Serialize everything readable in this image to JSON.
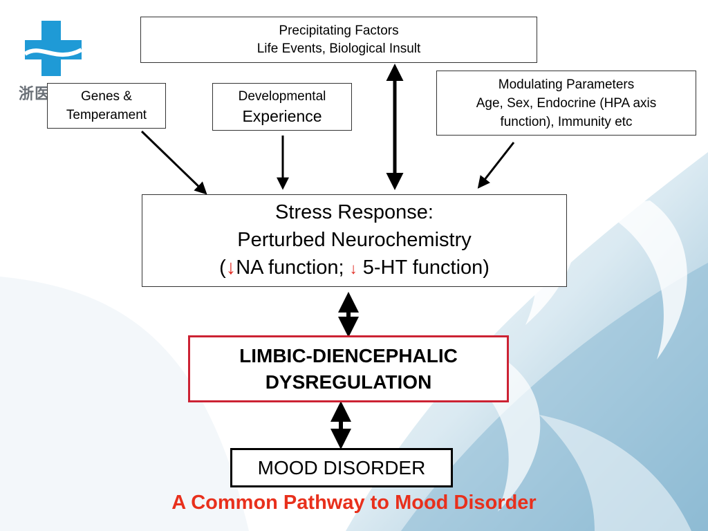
{
  "logo": {
    "text": "浙医一院",
    "icon": "hospital-cross-logo",
    "colors": [
      "#1f9ad6",
      "#6b7178"
    ]
  },
  "precipitating": {
    "line1": "Precipitating Factors",
    "line2": "Life Events, Biological Insult"
  },
  "modulating": {
    "line1": "Modulating Parameters",
    "line2": "Age, Sex, Endocrine (HPA axis",
    "line3": "function), Immunity etc"
  },
  "genes": {
    "line1": "Genes &",
    "line2": "Temperament"
  },
  "developmental": {
    "line1": "Developmental",
    "line2": "Experience"
  },
  "stress": {
    "line1": "Stress Response:",
    "line2": "Perturbed Neurochemistry",
    "open_paren": "(",
    "arrow1": "↓",
    "na": "NA function; ",
    "arrow2": "↓",
    "ht": " 5-HT function)"
  },
  "limbic": {
    "line1": "LIMBIC-DIENCEPHALIC",
    "line2": "DYSREGULATION"
  },
  "mood": {
    "label": "MOOD DISORDER"
  },
  "title": "A Common Pathway to Mood Disorder",
  "colors": {
    "title": "#e8301c",
    "limbic_border": "#cc2233",
    "down_arrow": "#e0251c",
    "background_swirl": "#9fc6dc"
  }
}
